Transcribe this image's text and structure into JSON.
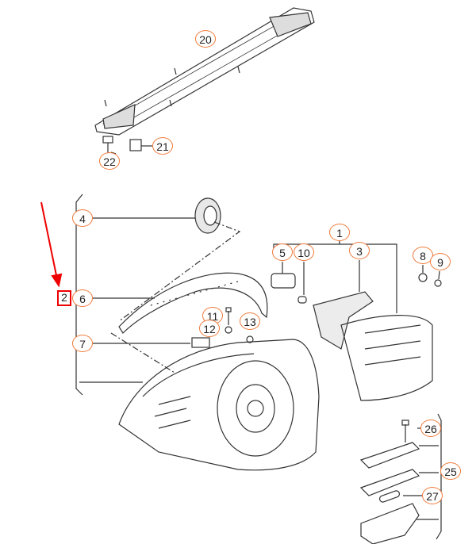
{
  "diagram": {
    "colors": {
      "callout": "#f07a3a",
      "highlight": "#e00000",
      "line": "#333333"
    },
    "labels": {
      "p1": "1",
      "p2": "2",
      "p3": "3",
      "p4": "4",
      "p5": "5",
      "p6": "6",
      "p7": "7",
      "p8": "8",
      "p9": "9",
      "p10": "10",
      "p11": "11",
      "p12": "12",
      "p13": "13",
      "p20": "20",
      "p21": "21",
      "p22": "22",
      "p25": "25",
      "p26": "26",
      "p27": "27"
    }
  }
}
